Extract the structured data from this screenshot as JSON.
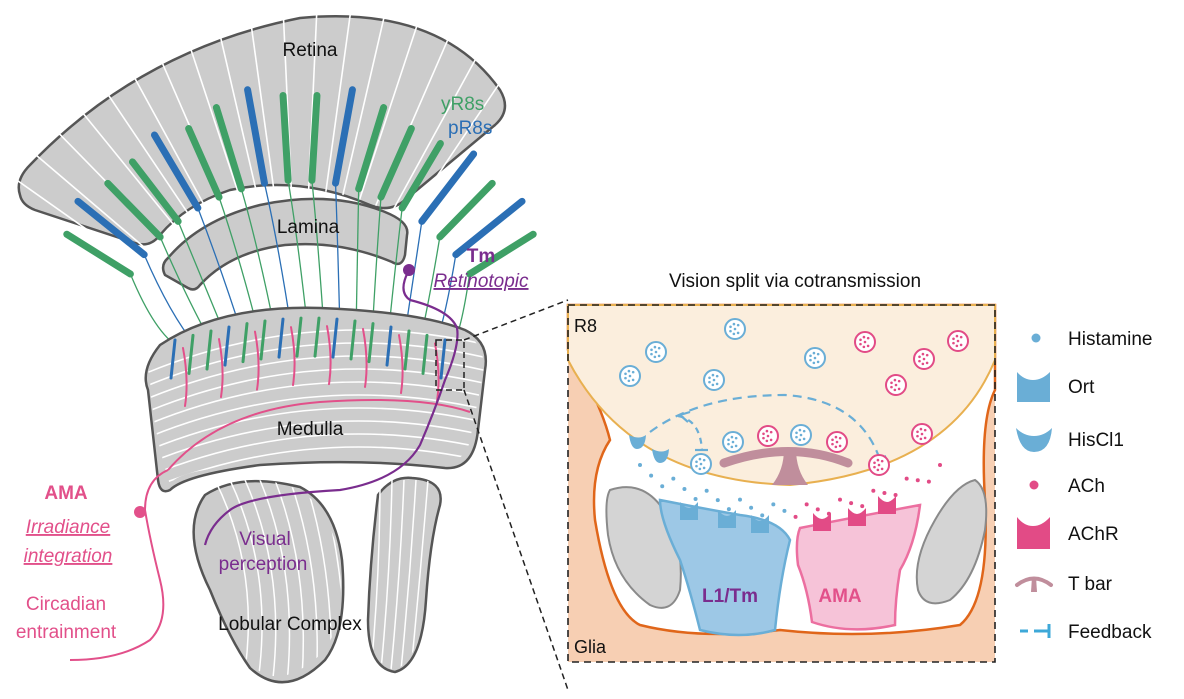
{
  "colors": {
    "green": "#3fa066",
    "blue": "#2b6fb5",
    "pink": "#e2508a",
    "purple": "#7a2d8e",
    "gray_fill": "#cccccc",
    "gray_stroke": "#555555",
    "r8_fill": "#fbeedd",
    "r8_stroke": "#e8b050",
    "glia_fill": "#f7cfb3",
    "glia_stroke": "#e0661a",
    "his_blue": "#6aaed6",
    "l1_fill": "#9dc8e6",
    "ama_fill": "#f6c3d8",
    "ach_pink": "#e24b86",
    "tbar": "#c08e9c"
  },
  "left_panel": {
    "retina_label": "Retina",
    "lamina_label": "Lamina",
    "medulla_label": "Medulla",
    "lobular_label": "Lobular Complex",
    "yr8_label": "yR8s",
    "pr8_label": "pR8s",
    "tm": {
      "title": "Tm",
      "subtitle": "Retinotopic"
    },
    "visual_label_1": "Visual",
    "visual_label_2": "perception",
    "ama": {
      "title": "AMA",
      "subtitle_1": "Irradiance",
      "subtitle_2": "integration",
      "function_1": "Circadian",
      "function_2": "entrainment"
    }
  },
  "inset": {
    "title": "Vision split via cotransmission",
    "r8_label": "R8",
    "glia_label": "Glia",
    "l1_label": "L1/Tm",
    "ama_label": "AMA"
  },
  "legend": [
    {
      "icon": "histamine-dot-icon",
      "label": "Histamine"
    },
    {
      "icon": "ort-receptor-icon",
      "label": "Ort"
    },
    {
      "icon": "hiscl1-receptor-icon",
      "label": "HisCl1"
    },
    {
      "icon": "ach-dot-icon",
      "label": "ACh"
    },
    {
      "icon": "achr-receptor-icon",
      "label": "AChR"
    },
    {
      "icon": "tbar-icon",
      "label": "T bar"
    },
    {
      "icon": "feedback-icon",
      "label": "Feedback"
    }
  ]
}
